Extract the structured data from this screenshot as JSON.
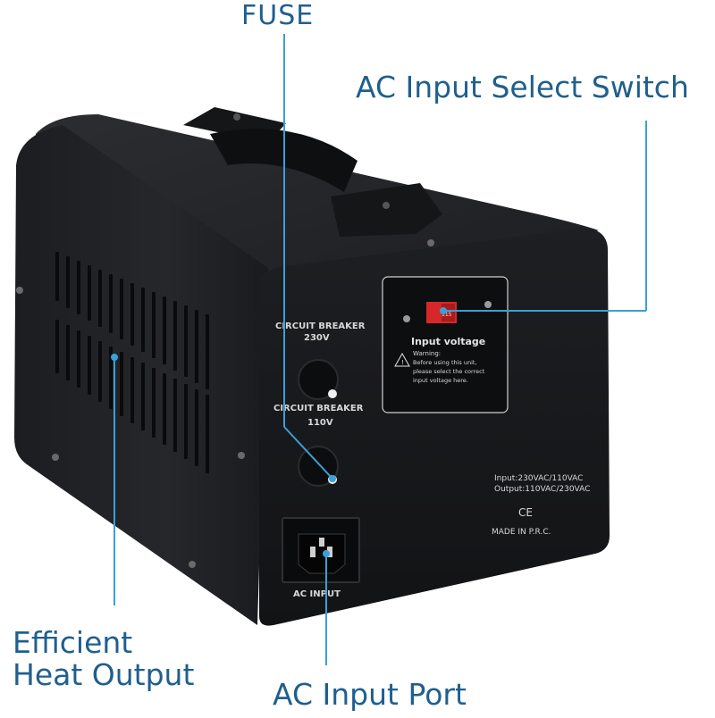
{
  "callouts": {
    "fuse": "FUSE",
    "ac_input_select_switch": "AC Input Select Switch",
    "efficient_heat_output_line1": "Efficient",
    "efficient_heat_output_line2": "Heat Output",
    "ac_input_port": "AC Input Port"
  },
  "panel": {
    "circuit_breaker_230": "CIRCUIT BREAKER",
    "volt_230": "230V",
    "circuit_breaker_110": "CIRCUIT BREAKER",
    "volt_110": "110V",
    "input_voltage_title": "Input voltage",
    "warning_label": "Warning:",
    "warning_line1": "Before using this unit,",
    "warning_line2": "please select the correct",
    "warning_line3": "input voltage here.",
    "spec_input": "Input:230VAC/110VAC",
    "spec_output": "Output:110VAC/230VAC",
    "ce_mark": "CE",
    "made_in": "MADE IN P.R.C.",
    "ac_input": "AC INPUT",
    "switch_marking": "115"
  },
  "colors": {
    "callout_text": "#1f5f8f",
    "leader_line": "#3aa0d8",
    "housing": "#1a1b1e",
    "panel_text": "#d8d8d8",
    "switch_red": "#d62828"
  }
}
